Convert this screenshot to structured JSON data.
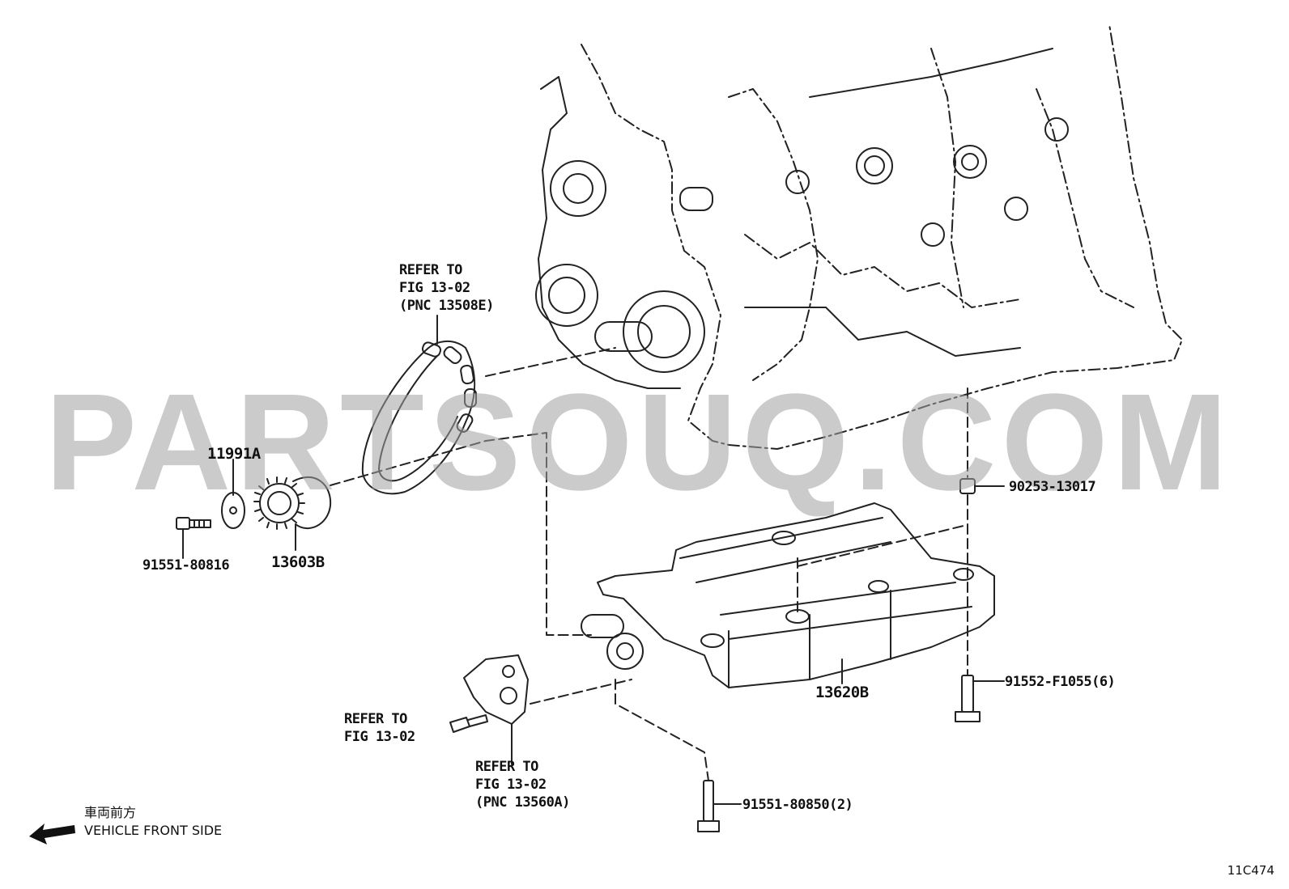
{
  "watermark": "PARTSOUQ.COM",
  "figure_code": "11C474",
  "direction": {
    "japanese": "車両前方",
    "english": "VEHICLE FRONT SIDE",
    "icon": "arrow-left-icon"
  },
  "refer": {
    "chain": {
      "line1": "REFER TO",
      "line2": "FIG 13-02",
      "line3": "(PNC 13508E)"
    },
    "bolt": {
      "line1": "REFER TO",
      "line2": "FIG 13-02"
    },
    "tensioner": {
      "line1": "REFER TO",
      "line2": "FIG 13-02",
      "line3": "(PNC 13560A)"
    }
  },
  "parts": {
    "washer": "11991A",
    "bolt_small": "91551-80816",
    "gear": "13603B",
    "pin": "90253-13017",
    "balancer": "13620B",
    "bolt_long": "91552-F1055(6)",
    "bolt_mid": "91551-80850(2)"
  }
}
